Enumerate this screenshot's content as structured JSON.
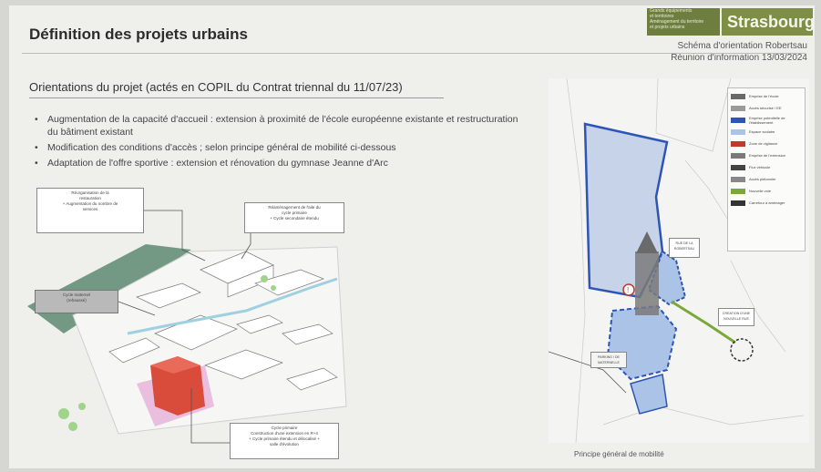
{
  "header": {
    "title": "Définition des projets urbains",
    "logo_caption_lines": [
      "Grands équipements",
      "et territoires",
      "Aménagement du territoire",
      "et projets urbains"
    ],
    "logo_city": "Strasbourg",
    "subtitle_line1": "Schéma d'orientation Robertsau",
    "subtitle_line2": "Réunion d'information 13/03/2024"
  },
  "section_heading": "Orientations du projet (actés en COPIL du Contrat triennal du 11/07/23)",
  "bullets": [
    "Augmentation de la capacité d'accueil : extension à proximité de l'école européenne existante et restructuration du bâtiment existant",
    "Modification des conditions d'accès ; selon principe général de mobilité ci-dessous",
    "Adaptation de l'offre sportive : extension et rénovation du gymnase Jeanne d'Arc"
  ],
  "plan_labels": {
    "restauration": [
      "Réorganisation de la",
      "restauration",
      "+ Augmentation du nombre de",
      "services"
    ],
    "cycle_primaire_top": [
      "Réaménagement de l'aile du",
      "cycle primaire",
      "+ Cycle secondaire étendu"
    ],
    "cycle_primaire_bottom": [
      "Cycle primaire",
      "Construction d'une extension en R+4",
      "+ Cycle primaire étendu et délocalisé +",
      "salle d'évolution"
    ],
    "left_grey": [
      "Cycle maternel",
      "(rehaussé)"
    ]
  },
  "legend_items": [
    {
      "label": "Emprise de l'école",
      "color": "#6a6a6a"
    },
    {
      "label": "Accès sécurisé / EE",
      "color": "#9a9a9a"
    },
    {
      "label": "Emprise potentielle de l'établissement",
      "color": "#2e55b5"
    },
    {
      "label": "Espace scolaire",
      "color": "#aac3e6"
    },
    {
      "label": "Zone de vigilance",
      "color": "#c0392b"
    },
    {
      "label": "Emprise de l'extension",
      "color": "#7a7a7a"
    },
    {
      "label": "Flux véhicule",
      "color": "#444444"
    },
    {
      "label": "Accès piétonnier",
      "color": "#888888"
    },
    {
      "label": "Nouvelle voie",
      "color": "#7aa83a"
    },
    {
      "label": "Carrefour à aménager",
      "color": "#333333"
    }
  ],
  "map_labels": {
    "rue": "RUE DE LA ROBERTSAU",
    "entry": [
      "CREATION D'UNE",
      "NOUVELLE RUE"
    ],
    "parking": [
      "PARKING / DE",
      "MATERNELLE"
    ],
    "circle_marker": "!"
  },
  "map_caption": "Principe général de mobilité",
  "colors": {
    "accent_green": "#7e8f45",
    "school_blue": "#2e55b5",
    "extension_red": "#d94b3b",
    "pink_zone": "#e9b8dc"
  }
}
